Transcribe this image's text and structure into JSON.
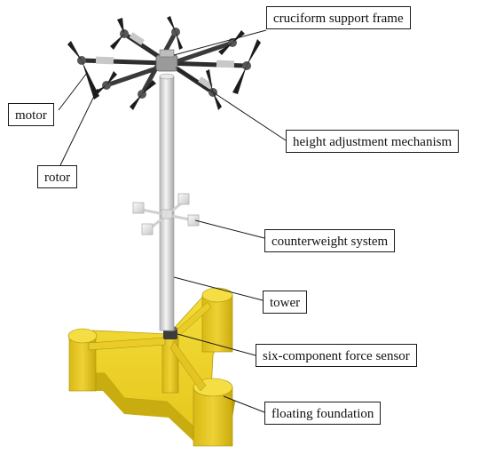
{
  "labels": {
    "cruciform_support_frame": "cruciform support frame",
    "motor": "motor",
    "height_adjustment_mechanism": "height adjustment mechanism",
    "rotor": "rotor",
    "counterweight_system": "counterweight system",
    "tower": "tower",
    "six_component_force_sensor": "six-component force sensor",
    "floating_foundation": "floating foundation"
  },
  "colors": {
    "foundation_yellow": "#e8cc24",
    "foundation_shadow": "#c9ac10",
    "tower_grey": "#dcdcdc",
    "frame_dark": "#3a3a3a",
    "blade_black": "#1c1c1c",
    "leader_line": "#1a1a1a"
  }
}
